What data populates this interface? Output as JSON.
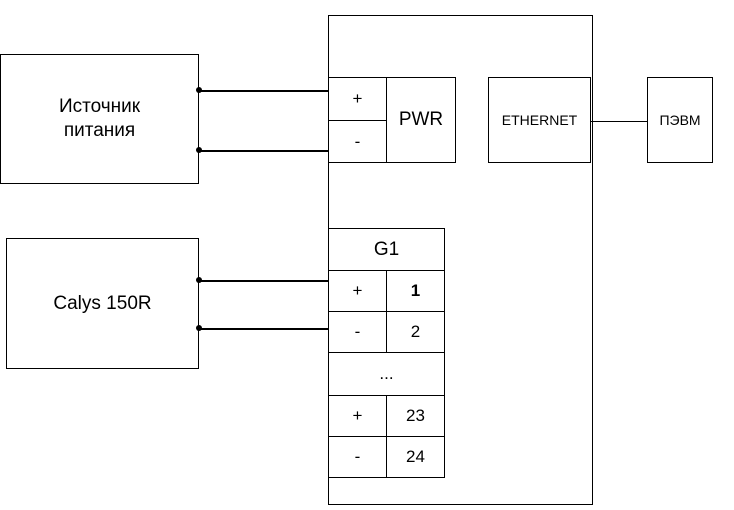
{
  "power_source": {
    "label": "Источник питания"
  },
  "calys": {
    "label": "Calys 150R"
  },
  "pc": {
    "label": "ПЭВМ"
  },
  "ethernet": {
    "label": "ETHERNET"
  },
  "pwr": {
    "label": "PWR",
    "plus": "+",
    "minus": "-"
  },
  "g1": {
    "label": "G1",
    "ellipsis": "...",
    "rows": [
      {
        "sign": "+",
        "num": "1"
      },
      {
        "sign": "-",
        "num": "2"
      },
      {
        "sign": "+",
        "num": "23"
      },
      {
        "sign": "-",
        "num": "24"
      }
    ]
  }
}
